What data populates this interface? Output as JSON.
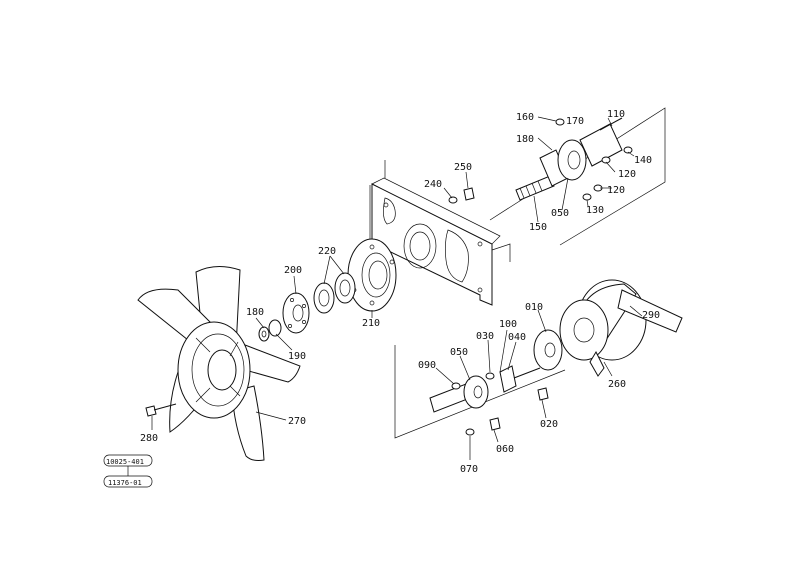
{
  "callouts": {
    "c160": "160",
    "c170": "170",
    "c110": "110",
    "c180a": "180",
    "c140": "140",
    "c120a": "120",
    "c120b": "120",
    "c250": "250",
    "c240": "240",
    "c050a": "050",
    "c130": "130",
    "c150": "150",
    "c220": "220",
    "c200": "200",
    "c180b": "180",
    "c210": "210",
    "c190": "190",
    "c010": "010",
    "c290": "290",
    "c030": "030",
    "c100": "100",
    "c040": "040",
    "c050b": "050",
    "c090": "090",
    "c260": "260",
    "c020": "020",
    "c270": "270",
    "c280": "280",
    "c060": "060",
    "c070": "070"
  },
  "ref_codes": {
    "top": "10025-401",
    "bottom": "11376-01"
  }
}
